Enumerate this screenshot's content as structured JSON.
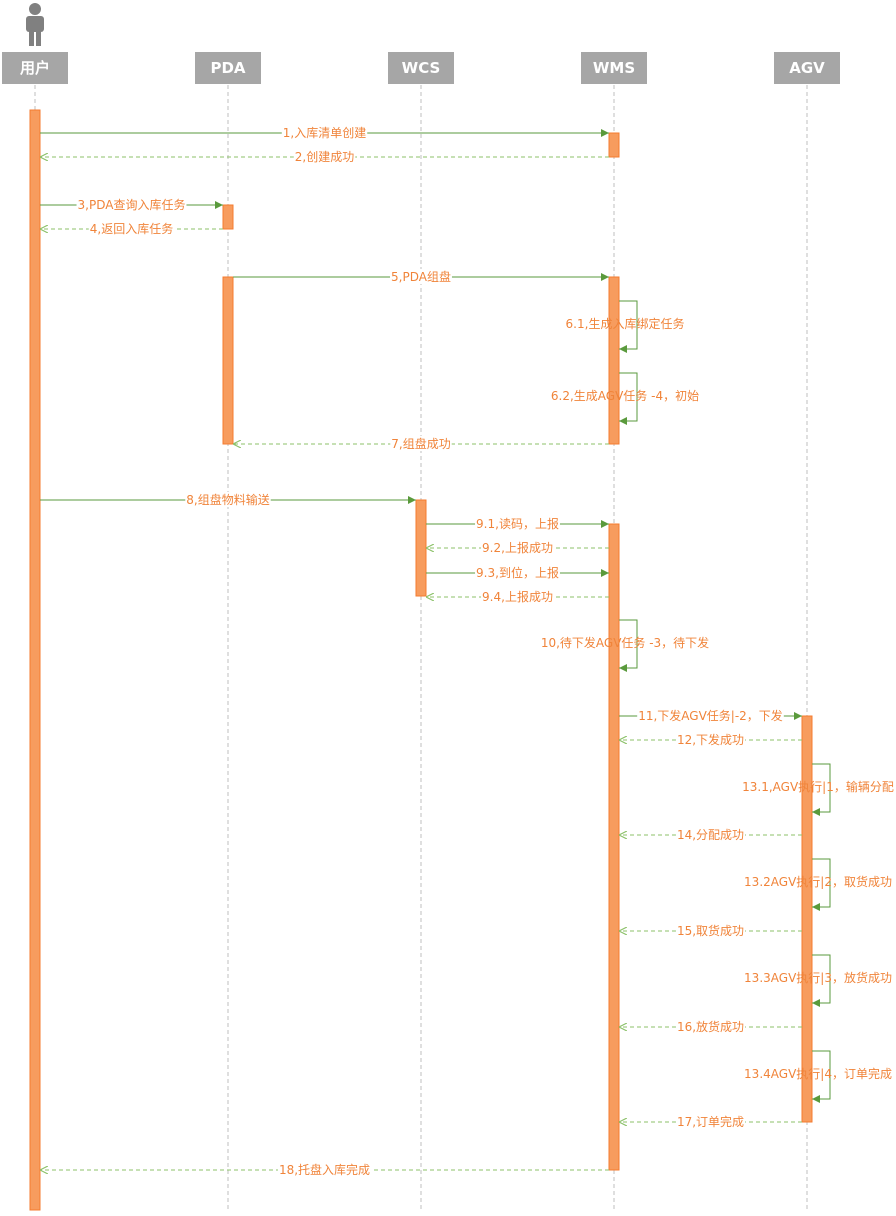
{
  "colors": {
    "participant": "#a6a6a6",
    "participant_text": "#ffffff",
    "lifeline": "#bfbfbf",
    "activation": "#f79c5e",
    "arrow_solid": "#5a9a3c",
    "arrow_dashed": "#8cc16a",
    "label": "#f0843a"
  },
  "actor_icon": "person-icon",
  "participants": [
    {
      "id": "user",
      "label": "用户"
    },
    {
      "id": "pda",
      "label": "PDA"
    },
    {
      "id": "wcs",
      "label": "WCS"
    },
    {
      "id": "wms",
      "label": "WMS"
    },
    {
      "id": "agv",
      "label": "AGV"
    }
  ],
  "messages": [
    {
      "label": "1,入库清单创建",
      "from": "user",
      "to": "wms",
      "kind": "call"
    },
    {
      "label": "2,创建成功",
      "from": "wms",
      "to": "user",
      "kind": "return"
    },
    {
      "label": "3,PDA查询入库任务",
      "from": "user",
      "to": "pda",
      "kind": "call"
    },
    {
      "label": "4,返回入库任务",
      "from": "pda",
      "to": "user",
      "kind": "return"
    },
    {
      "label": "5,PDA组盘",
      "from": "pda",
      "to": "wms",
      "kind": "call"
    },
    {
      "label": "6.1,生成入库绑定任务",
      "from": "wms",
      "to": "wms",
      "kind": "self"
    },
    {
      "label": "6.2,生成AGV任务 -4，初始",
      "from": "wms",
      "to": "wms",
      "kind": "self"
    },
    {
      "label": "7,组盘成功",
      "from": "wms",
      "to": "pda",
      "kind": "return"
    },
    {
      "label": "8,组盘物料输送",
      "from": "user",
      "to": "wcs",
      "kind": "call"
    },
    {
      "label": "9.1,读码，上报",
      "from": "wcs",
      "to": "wms",
      "kind": "call"
    },
    {
      "label": "9.2,上报成功",
      "from": "wms",
      "to": "wcs",
      "kind": "return"
    },
    {
      "label": "9.3,到位，上报",
      "from": "wcs",
      "to": "wms",
      "kind": "call"
    },
    {
      "label": "9.4,上报成功",
      "from": "wms",
      "to": "wcs",
      "kind": "return"
    },
    {
      "label": "10,待下发AGV任务 -3，待下发",
      "from": "wms",
      "to": "wms",
      "kind": "self"
    },
    {
      "label": "11,下发AGV任务|-2，下发",
      "from": "wms",
      "to": "agv",
      "kind": "call"
    },
    {
      "label": "12,下发成功",
      "from": "agv",
      "to": "wms",
      "kind": "return"
    },
    {
      "label": "13.1,AGV执行|1，输辆分配",
      "from": "agv",
      "to": "agv",
      "kind": "self"
    },
    {
      "label": "14,分配成功",
      "from": "agv",
      "to": "wms",
      "kind": "return"
    },
    {
      "label": "13.2AGV执行|2，取货成功",
      "from": "agv",
      "to": "agv",
      "kind": "self"
    },
    {
      "label": "15,取货成功",
      "from": "agv",
      "to": "wms",
      "kind": "return"
    },
    {
      "label": "13.3AGV执行|3，放货成功",
      "from": "agv",
      "to": "agv",
      "kind": "self"
    },
    {
      "label": "16,放货成功",
      "from": "agv",
      "to": "wms",
      "kind": "return"
    },
    {
      "label": "13.4AGV执行|4，订单完成",
      "from": "agv",
      "to": "agv",
      "kind": "self"
    },
    {
      "label": "17,订单完成",
      "from": "agv",
      "to": "wms",
      "kind": "return"
    },
    {
      "label": "18,托盘入库完成",
      "from": "wms",
      "to": "user",
      "kind": "return"
    }
  ]
}
